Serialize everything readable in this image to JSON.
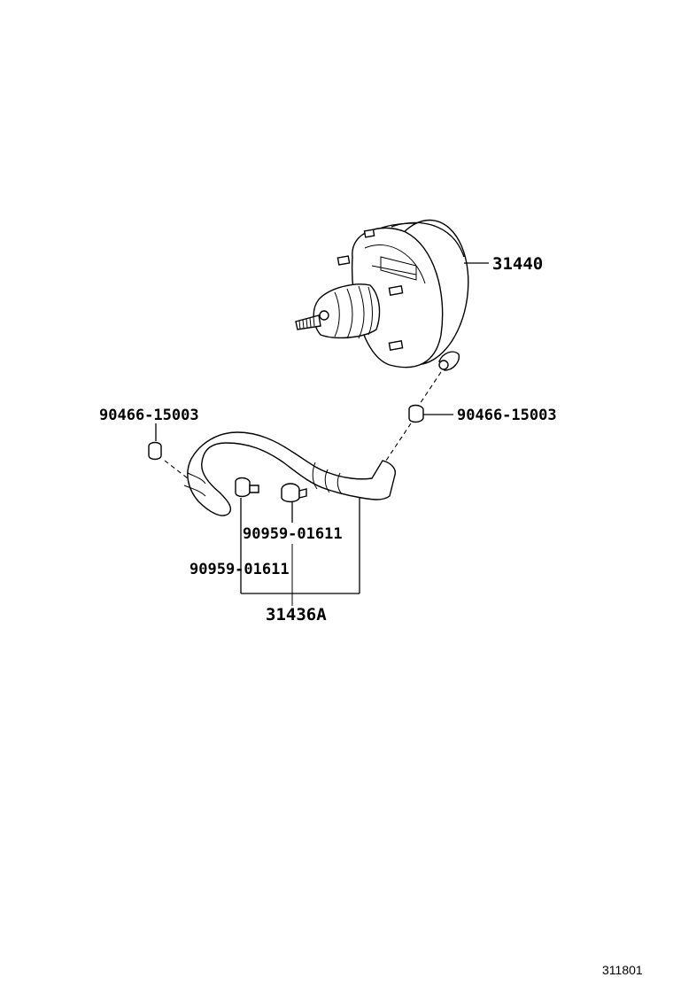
{
  "labels": {
    "booster": "31440",
    "check_valve_right": "90466-15003",
    "check_valve_left": "90466-15003",
    "clamp_right": "90959-01611",
    "clamp_left": "90959-01611",
    "hose_assembly": "31436A"
  },
  "figure_number": "311801"
}
